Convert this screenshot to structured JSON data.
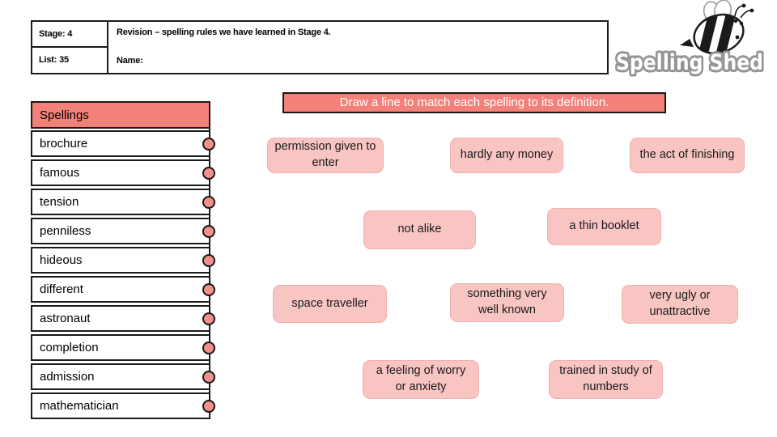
{
  "header": {
    "stage": "Stage: 4",
    "list": "List: 35",
    "title": "Revision – spelling rules we have learned in Stage 4.",
    "name_label": "Name:"
  },
  "logo": {
    "brand": "Spelling Shed",
    "icon": "bee-icon"
  },
  "spellings_panel": {
    "header": "Spellings",
    "words": [
      "brochure",
      "famous",
      "tension",
      "penniless",
      "hideous",
      "different",
      "astronaut",
      "completion",
      "admission",
      "mathematician"
    ]
  },
  "instruction": "Draw a line to match each spelling to its definition.",
  "definitions": [
    "permission given to enter",
    "hardly any money",
    "the act of finishing",
    "not alike",
    "a thin booklet",
    "space traveller",
    "something very well known",
    "very ugly or unattractive",
    "a feeling of worry or anxiety",
    "trained in study of numbers"
  ],
  "colors": {
    "salmon": "#F4807A",
    "card_pink": "#F8C5C3",
    "dot_fill": "#F2908C",
    "border": "#1a1a1a"
  }
}
